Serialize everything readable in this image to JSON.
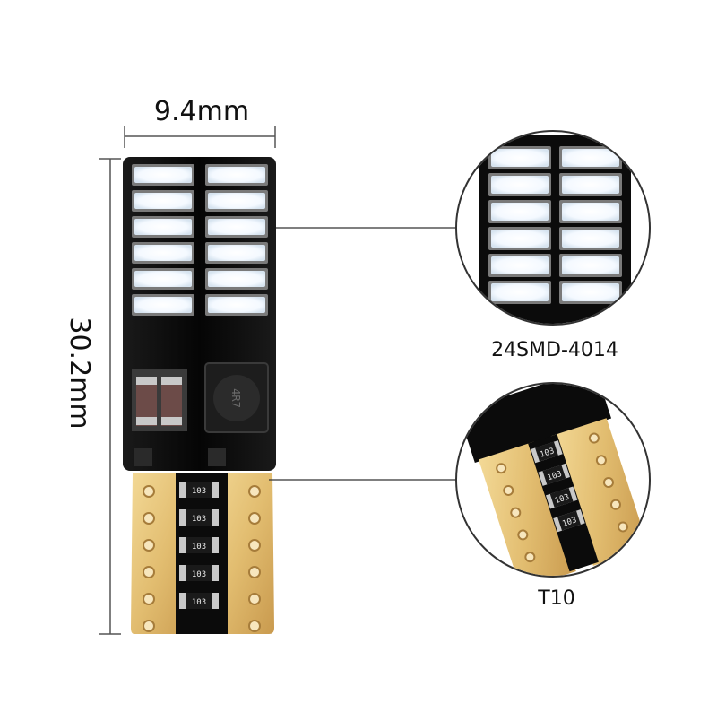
{
  "dimensions": {
    "width_label": "9.4mm",
    "length_label": "30.2mm"
  },
  "callouts": {
    "led_label": "24SMD-4014",
    "base_label": "T10"
  },
  "resistors": {
    "code": "103"
  },
  "inductor": {
    "marking": "4R7"
  },
  "colors": {
    "pcb": "#0b0b0b",
    "led_glow": "#ffffff",
    "led_frame": "#6f6f6f",
    "base_gold": "#e7c47c",
    "dimension_line": "#555555"
  }
}
